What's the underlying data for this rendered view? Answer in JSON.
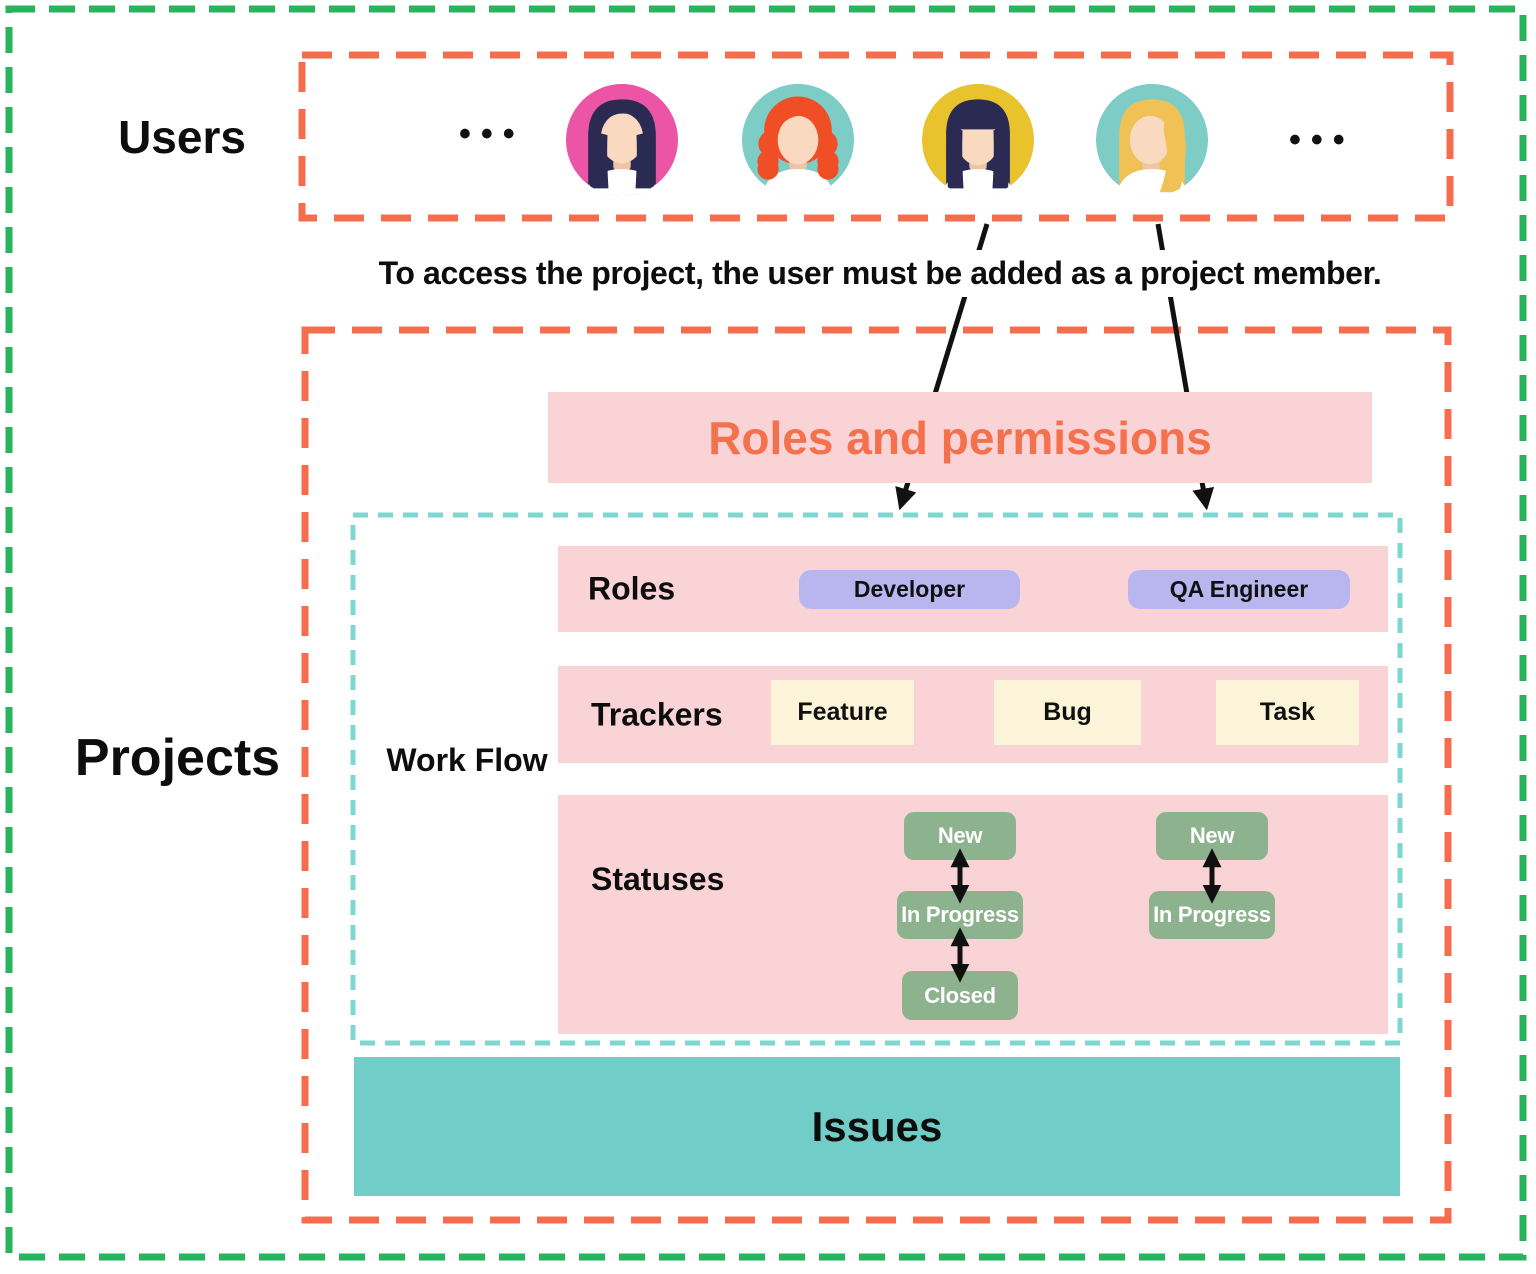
{
  "users": {
    "label": "Users",
    "more_indicator": "•••",
    "avatars": [
      {
        "name": "woman-dark-hair-pink-circle"
      },
      {
        "name": "woman-red-hair-teal-circle"
      },
      {
        "name": "woman-bangs-yellow-circle"
      },
      {
        "name": "woman-blonde-hair-teal-circle"
      }
    ]
  },
  "caption": "To access the project, the user must be added as a project member.",
  "projects": {
    "label": "Projects",
    "roles_permissions_label": "Roles and permissions",
    "workflow": {
      "label": "Work Flow",
      "rows": {
        "roles": {
          "label": "Roles",
          "items": [
            "Developer",
            "QA Engineer"
          ]
        },
        "trackers": {
          "label": "Trackers",
          "items": [
            "Feature",
            "Bug",
            "Task"
          ]
        },
        "statuses": {
          "label": "Statuses",
          "flow_a": [
            "New",
            "In Progress",
            "Closed"
          ],
          "flow_b": [
            "New",
            "In Progress"
          ]
        }
      }
    },
    "issues_label": "Issues"
  },
  "colors": {
    "outer_border_green": "#28B35C",
    "section_border_coral": "#F66C4C",
    "workflow_border_teal": "#7FD8D0",
    "pink_fill": "#FAD3D7",
    "accent_text_coral": "#F4714E",
    "role_chip_lavender": "#B9B6EF",
    "tracker_chip_cream": "#FCF4D8",
    "status_chip_sage": "#8DB28E",
    "issues_fill_teal": "#70CDC7",
    "arrow_black": "#111111"
  }
}
